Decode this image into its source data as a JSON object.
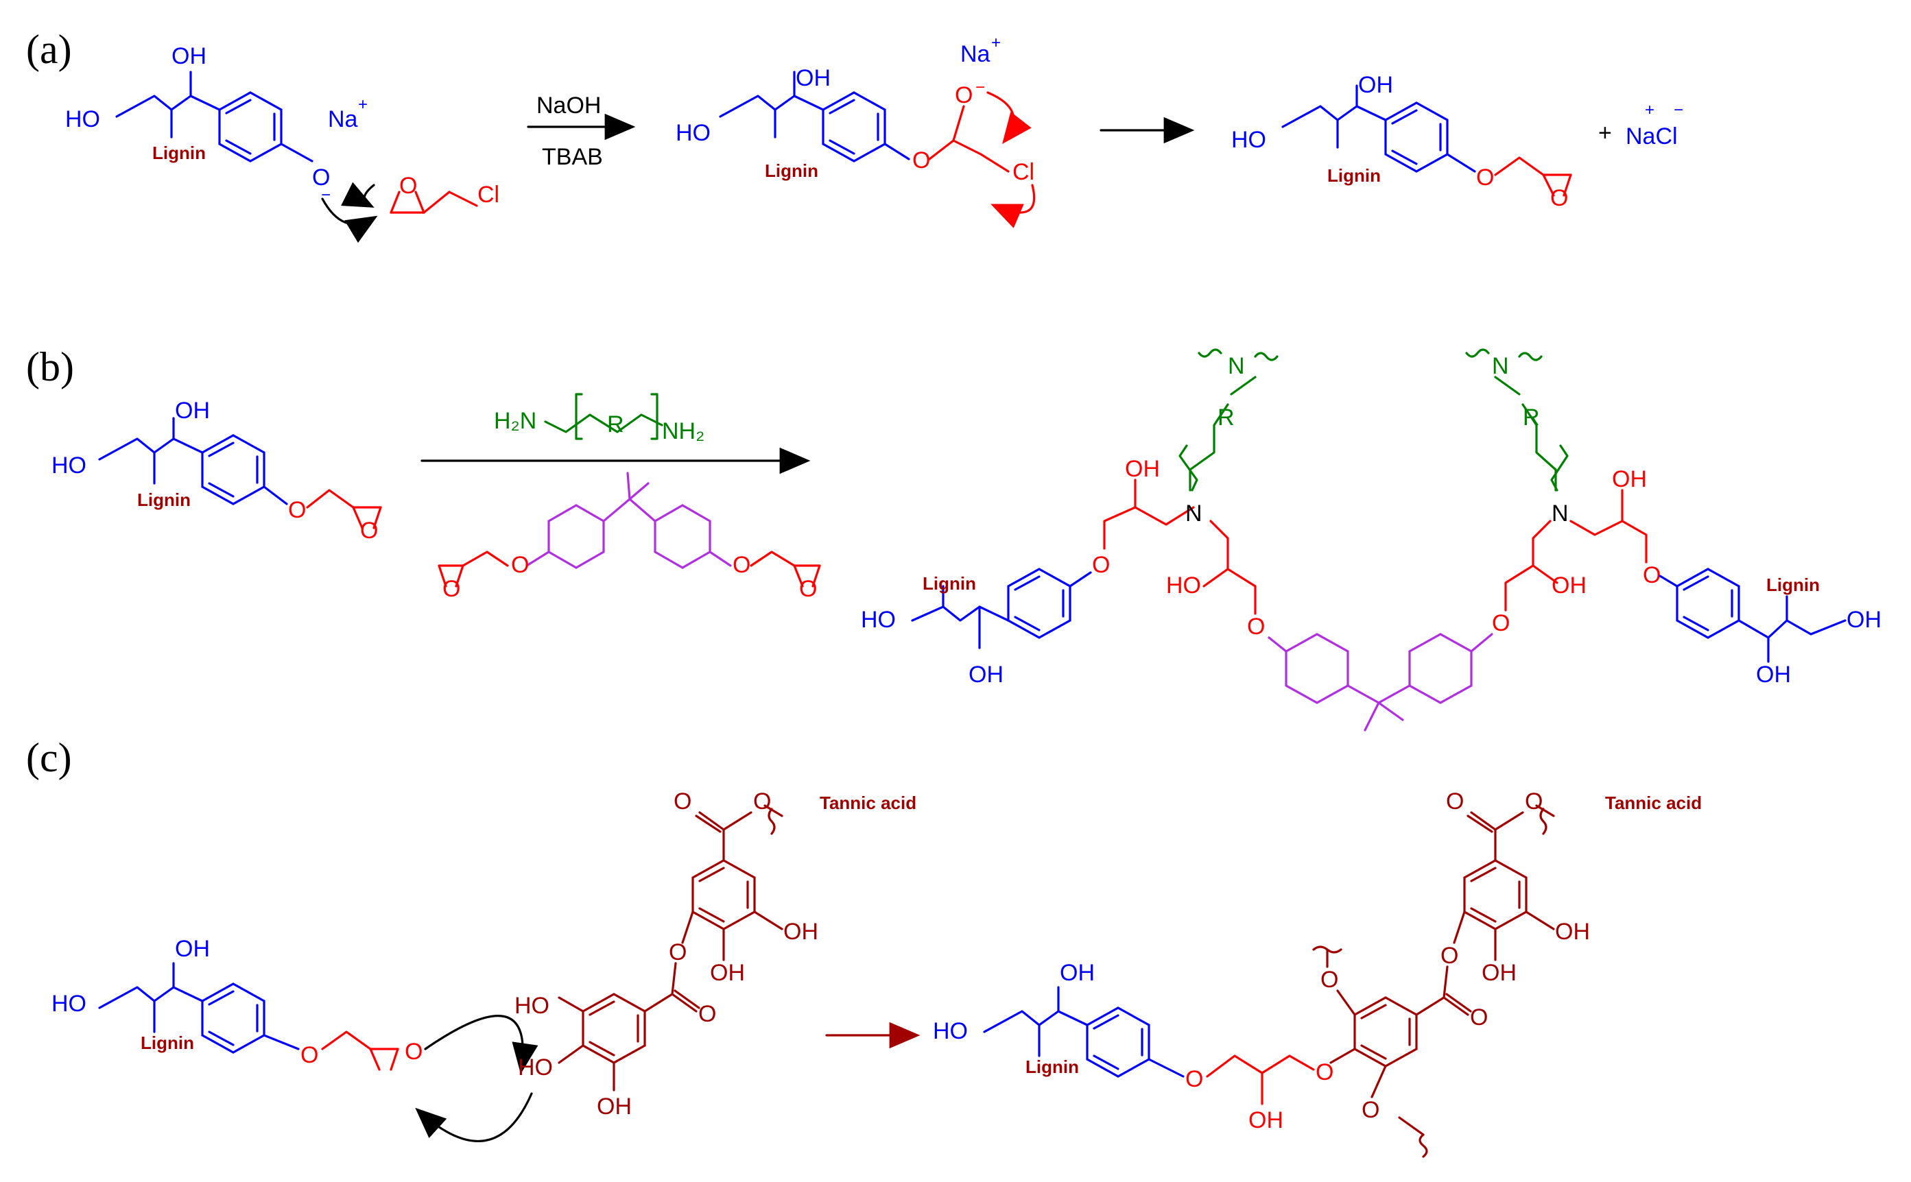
{
  "panels": [
    {
      "id": "a",
      "label": "(a)"
    },
    {
      "id": "b",
      "label": "(b)"
    },
    {
      "id": "c",
      "label": "(c)"
    }
  ],
  "atoms": {
    "oh": "OH",
    "ho": "HO",
    "o": "O",
    "n": "N",
    "r": "R",
    "cl": "Cl",
    "na": "Na",
    "plus": "+",
    "minus": "−",
    "nacl": "NaCl",
    "h2n": "H₂N",
    "nh2": "NH₂"
  },
  "tags": {
    "lignin": "Lignin",
    "tannic": "Tannic acid"
  },
  "reagents": {
    "naoh": "NaOH",
    "tbab": "TBAB",
    "plus_sign": "+"
  },
  "colors": {
    "lignin": "#0000ff",
    "epoxy": "#ff0000",
    "label_dark_red": "#a00000",
    "amine": "#008000",
    "bisphenol": "#b030e0",
    "arrow": "#000000",
    "arrow_c": "#a00000"
  }
}
